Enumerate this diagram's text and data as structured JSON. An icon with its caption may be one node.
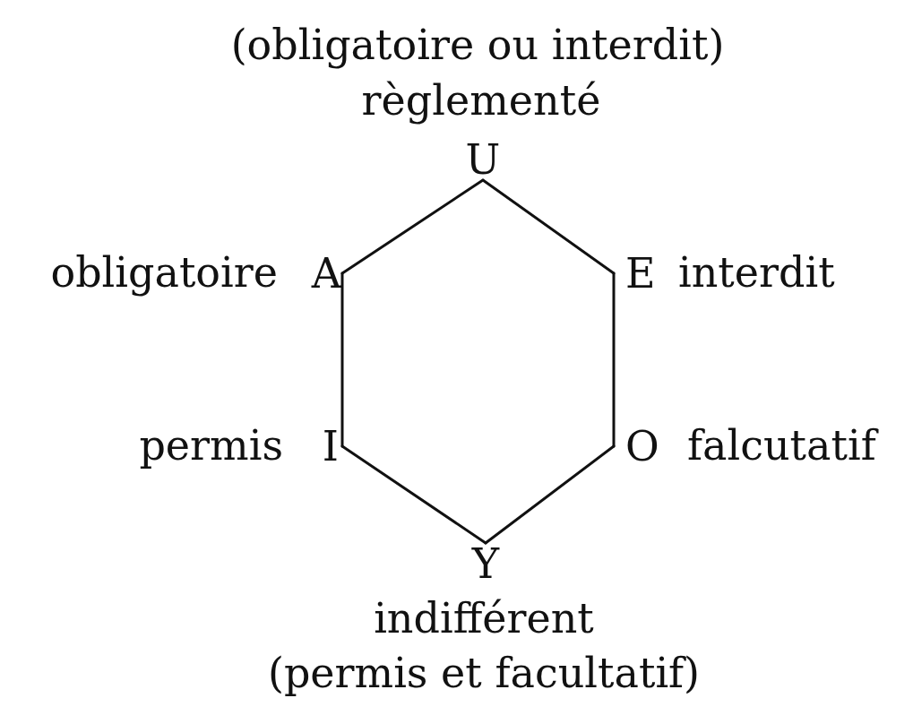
{
  "diagram": {
    "nodes": [
      {
        "text": [
          "U"
        ],
        "beside": [
          "(obligatoire ou interdit)",
          "règlementé"
        ]
      },
      {
        "text": [
          "A"
        ],
        "beside": [
          "obligatoire"
        ]
      },
      {
        "text": [
          "E"
        ],
        "beside": [
          "interdit"
        ]
      },
      {
        "text": [
          "I"
        ],
        "beside": [
          "permis"
        ]
      },
      {
        "text": [
          "O"
        ],
        "beside": [
          "falcutatif"
        ]
      },
      {
        "text": [
          "Y"
        ],
        "beside": [
          "indifférent",
          "(permis et facultatif)"
        ]
      }
    ],
    "edges": [
      {
        "from": 0,
        "to": 1,
        "arrow": "none"
      },
      {
        "from": 0,
        "to": 2,
        "arrow": "none"
      },
      {
        "from": 1,
        "to": 3,
        "arrow": "none"
      },
      {
        "from": 2,
        "to": 4,
        "arrow": "none"
      },
      {
        "from": 3,
        "to": 5,
        "arrow": "none"
      },
      {
        "from": 4,
        "to": 5,
        "arrow": "none"
      }
    ]
  }
}
